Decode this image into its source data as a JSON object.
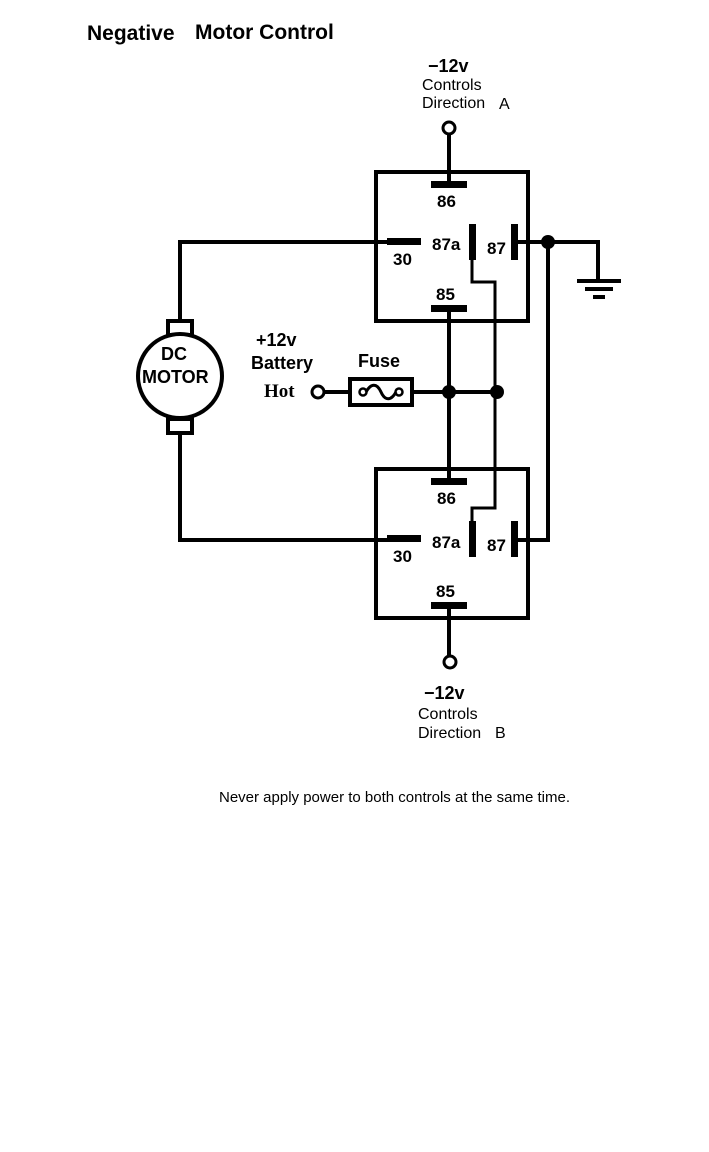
{
  "title_left": "Negative",
  "title_right": "Motor Control",
  "control_a": {
    "voltage": "−12v",
    "line1": "Controls",
    "line2": "Direction",
    "letter": "A"
  },
  "control_b": {
    "voltage": "−12v",
    "line1": "Controls",
    "line2": "Direction",
    "letter": "B"
  },
  "battery": {
    "voltage": "+12v",
    "label": "Battery",
    "hot": "Hot"
  },
  "fuse_label": "Fuse",
  "motor": {
    "line1": "DC",
    "line2": "MOTOR"
  },
  "relay_a": {
    "pin86": "86",
    "pin87a": "87a",
    "pin87": "87",
    "pin30": "30",
    "pin85": "85"
  },
  "relay_b": {
    "pin86": "86",
    "pin87a": "87a",
    "pin87": "87",
    "pin30": "30",
    "pin85": "85"
  },
  "warning": "Never apply power to both controls at the same time."
}
